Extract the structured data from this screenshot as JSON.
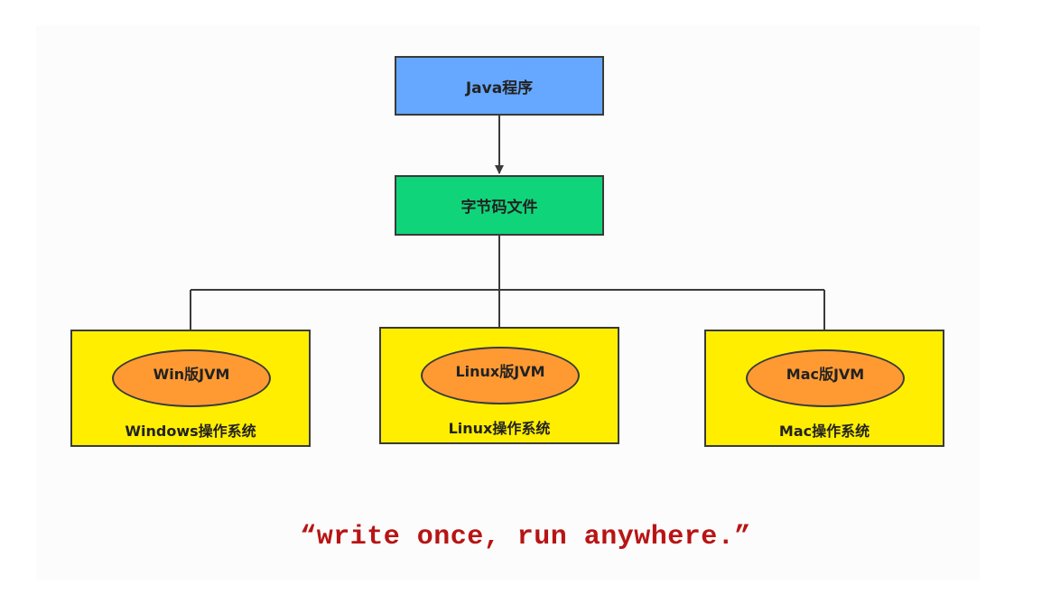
{
  "diagram": {
    "source": "Java程序",
    "bytecode": "字节码文件",
    "platforms": [
      {
        "jvm": "Win版JVM",
        "os": "Windows操作系统"
      },
      {
        "jvm": "Linux版JVM",
        "os": "Linux操作系统"
      },
      {
        "jvm": "Mac版JVM",
        "os": "Mac操作系统"
      }
    ],
    "slogan": "“write once, run anywhere.”"
  },
  "colors": {
    "java_box": "#66a8ff",
    "bytecode_box": "#10d47a",
    "os_box": "#ffee00",
    "jvm_ellipse": "#ff9a33",
    "slogan": "#b81414"
  }
}
